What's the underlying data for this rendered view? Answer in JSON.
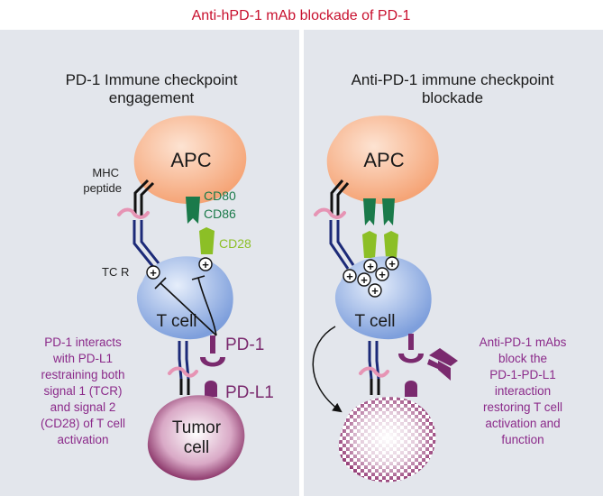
{
  "title": "Anti-hPD-1 mAb blockade of PD-1",
  "panels": {
    "left": {
      "heading_line1": "PD-1 Immune checkpoint",
      "heading_line2": "engagement",
      "apc": "APC",
      "mhc_line1": "MHC",
      "mhc_line2": "peptide",
      "cd80": "CD80",
      "cd86": "CD86",
      "cd28": "CD28",
      "tcr": "TC R",
      "tcell": "T cell",
      "pd1": "PD-1",
      "pdl1": "PD-L1",
      "tumor_line1": "Tumor",
      "tumor_line2": "cell",
      "note": [
        "PD-1 interacts",
        "with PD-L1",
        "restraining both",
        "signal 1 (TCR)",
        "and signal 2",
        "(CD28) of T cell",
        "activation"
      ],
      "plus_symbol": "+"
    },
    "right": {
      "heading_line1": "Anti-PD-1 immune checkpoint",
      "heading_line2": "blockade",
      "apc": "APC",
      "tcell": "T cell",
      "note": [
        "Anti-PD-1 mAbs",
        "block the",
        "PD-1-PD-L1",
        "interaction",
        "restoring T cell",
        "activation and",
        "function"
      ],
      "plus_symbol": "+"
    }
  },
  "colors": {
    "title": "#c8102e",
    "panel_bg": "#e3e6ec",
    "green_label": "#1a7a4a",
    "cd28_label": "#8cbf26",
    "purple": "#7a2a6e",
    "note_text": "#8b2a8a",
    "navy": "#1c2a78",
    "apc": "#f7b48c",
    "tcell": "#9bb8e6"
  }
}
